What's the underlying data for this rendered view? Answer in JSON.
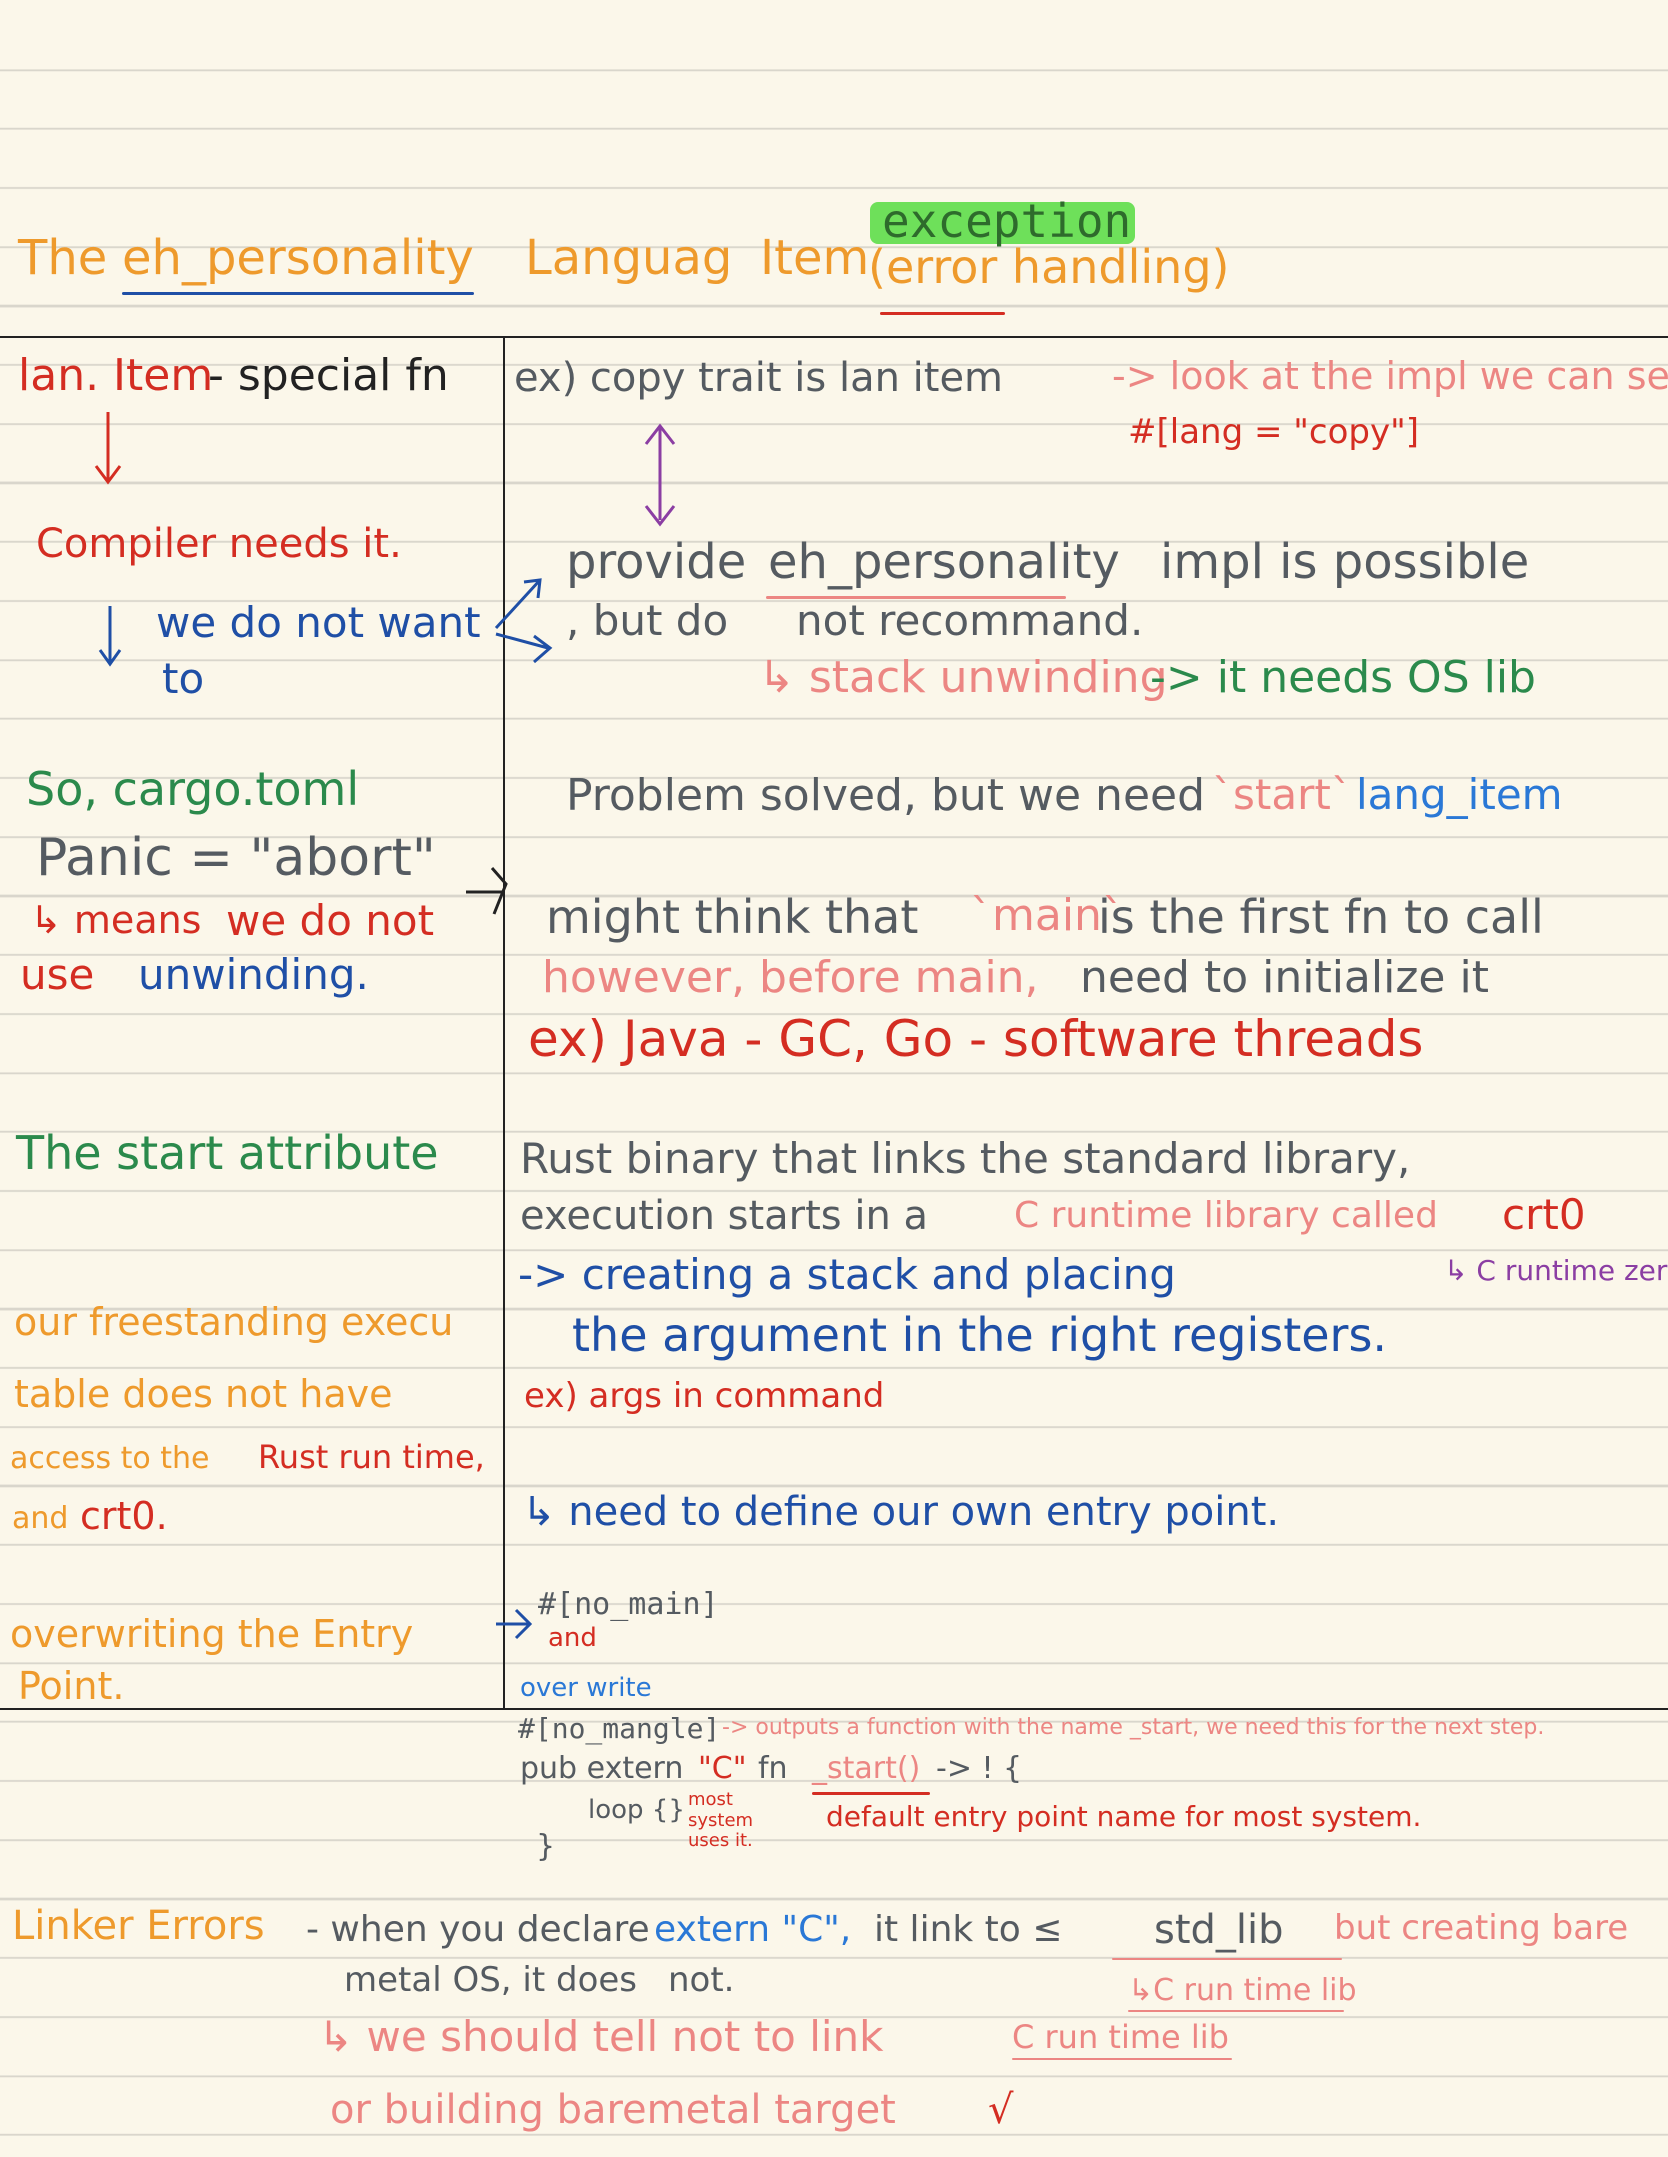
{
  "header": {
    "title_the": "The",
    "title_term": "eh_personality",
    "title_lang": "Languag",
    "title_item": "Item",
    "title_paren": "(error handling)",
    "highlight_word": "exception"
  },
  "left": {
    "lan_item": "lan. Item",
    "special_fn": "- special fn",
    "compiler_needs": "Compiler needs it.",
    "we_do_not_want": "we do not want",
    "to": "to",
    "so_cargo": "So, cargo.toml",
    "panic_abort": "Panic = \"abort\"",
    "means_prefix": "↳ means",
    "we_do_not": "we do not",
    "use": "use",
    "unwinding": "unwinding.",
    "start_attr": "The start attribute",
    "our_freestanding": "our freestanding execu",
    "table_does": "table does not have",
    "access_to": "access to the",
    "rust_runtime": "Rust run time,",
    "and": "and",
    "crt0": "crt0.",
    "overwriting": "overwriting the Entry",
    "point": "Point."
  },
  "right": {
    "ex_copy": "ex) copy trait is lan item",
    "look_at": "-> look at the impl we can see",
    "lang_copy": "#[lang = \"copy\"]",
    "provide": "provide",
    "eh_personality": "eh_personality",
    "impl_possible": "impl is possible",
    "but_do": ", but do",
    "not_recommand": "not recommand.",
    "stack_unwinding": "↳ stack unwinding",
    "it_needs": "-> it needs OS lib",
    "problem_solved": "Problem solved, but we need",
    "start_tick": "`start`",
    "lang_item": "lang_item",
    "might_think": "might think that",
    "main_tick": "`main`",
    "is_first": "is the first fn to call",
    "however": "however, before main,",
    "need_init": "need to initialize it",
    "ex_java": "ex) Java - GC, Go - software threads",
    "rust_binary": "Rust binary that links the standard library,",
    "execution_starts": "execution starts in a",
    "c_runtime": "C runtime library called",
    "crt0": "crt0",
    "c_runtime_zero": "↳ C runtime zero",
    "creating_stack": "-> creating a stack and placing",
    "argument": "the argument in the right registers.",
    "ex_args": "ex) args in command",
    "need_define": "↳ need to define our own entry point.",
    "no_main": "#[no_main]",
    "and_word": "and",
    "over_write": "over write"
  },
  "bottom": {
    "no_mangle": "#[no_mangle]",
    "outputs": "-> outputs a function with the name _start, we need this for the next step.",
    "pub_extern": "pub extern",
    "c_quote": "\"C\"",
    "fn_word": "fn",
    "start_fn": "_start()",
    "arrow_bang": "-> ! {",
    "loop": "loop {}",
    "most_system": "most system uses it.",
    "default_entry": "default entry point name for most system.",
    "close_brace": "}",
    "linker_errors": "Linker Errors",
    "when_declare": "- when you declare",
    "extern_c": "extern \"C\",",
    "it_link_to": "it link to ≤",
    "std_lib": "std_lib",
    "but_creating": "but creating bare",
    "metal_os": "metal OS, it does",
    "not_word": "not.",
    "c_run_time_lib": "↳C run time lib",
    "we_should": "↳ we should tell not to link",
    "c_run_time_lib2": "C run time lib",
    "or_building": "or building baremetal target",
    "check": "√"
  },
  "colors": {
    "orange": "#ee9a2c",
    "red": "#d42d22",
    "pink": "#ec8683",
    "blue": "#1f4fa6",
    "light_blue": "#2a78d6",
    "green": "#2b8a4c",
    "gray": "#555b61",
    "purple": "#8b3ea3",
    "highlight": "#6ee05a",
    "paper": "#fbf7ea"
  }
}
